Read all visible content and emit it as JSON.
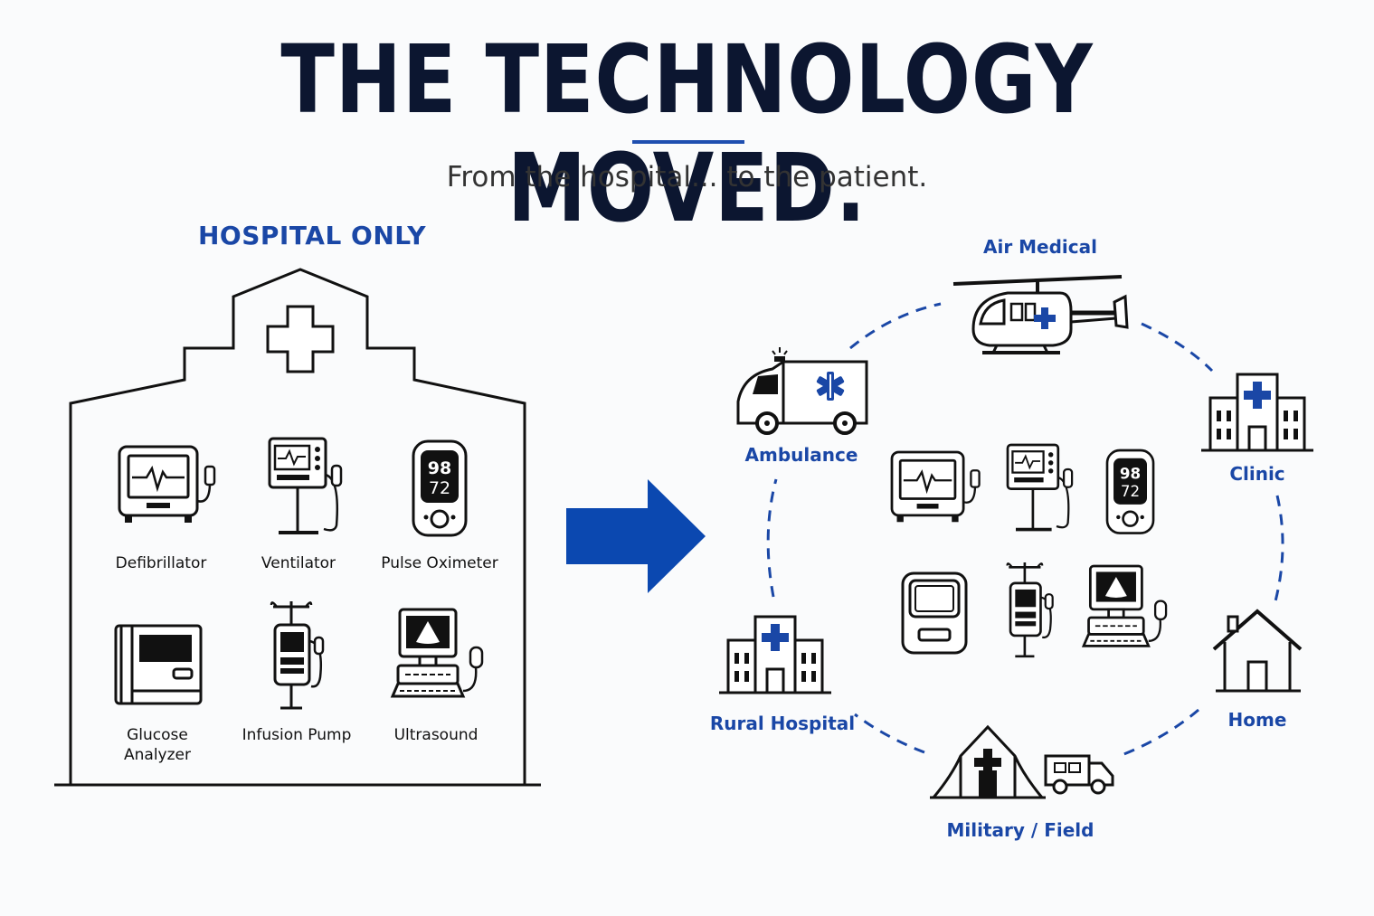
{
  "header": {
    "title": "THE TECHNOLOGY MOVED.",
    "subtitle": "From the hospital... to the patient."
  },
  "left_panel": {
    "heading": "HOSPITAL ONLY",
    "devices": [
      {
        "label": "Defibrillator",
        "icon": "defibrillator-icon"
      },
      {
        "label": "Ventilator",
        "icon": "ventilator-icon"
      },
      {
        "label": "Pulse Oximeter",
        "icon": "pulse-oximeter-icon"
      },
      {
        "label_line1": "Glucose",
        "label_line2": "Analyzer",
        "icon": "glucose-analyzer-icon"
      },
      {
        "label": "Infusion Pump",
        "icon": "infusion-pump-icon"
      },
      {
        "label": "Ultrasound",
        "icon": "ultrasound-icon"
      }
    ],
    "oximeter_readout": {
      "top": "98",
      "bottom": "72"
    }
  },
  "right_panel": {
    "locations": [
      {
        "label": "Air Medical",
        "icon": "helicopter-icon"
      },
      {
        "label": "Ambulance",
        "icon": "ambulance-icon"
      },
      {
        "label": "Clinic",
        "icon": "clinic-icon"
      },
      {
        "label": "Rural Hospital",
        "icon": "rural-hospital-icon"
      },
      {
        "label": "Home",
        "icon": "home-icon"
      },
      {
        "label": "Military / Field",
        "icon": "field-tent-icon"
      }
    ],
    "oximeter_readout": {
      "top": "98",
      "bottom": "72"
    }
  },
  "colors": {
    "title": "#0c1630",
    "accent_blue": "#1a47a6",
    "arrow_blue": "#0b48b0",
    "line": "#111111"
  }
}
